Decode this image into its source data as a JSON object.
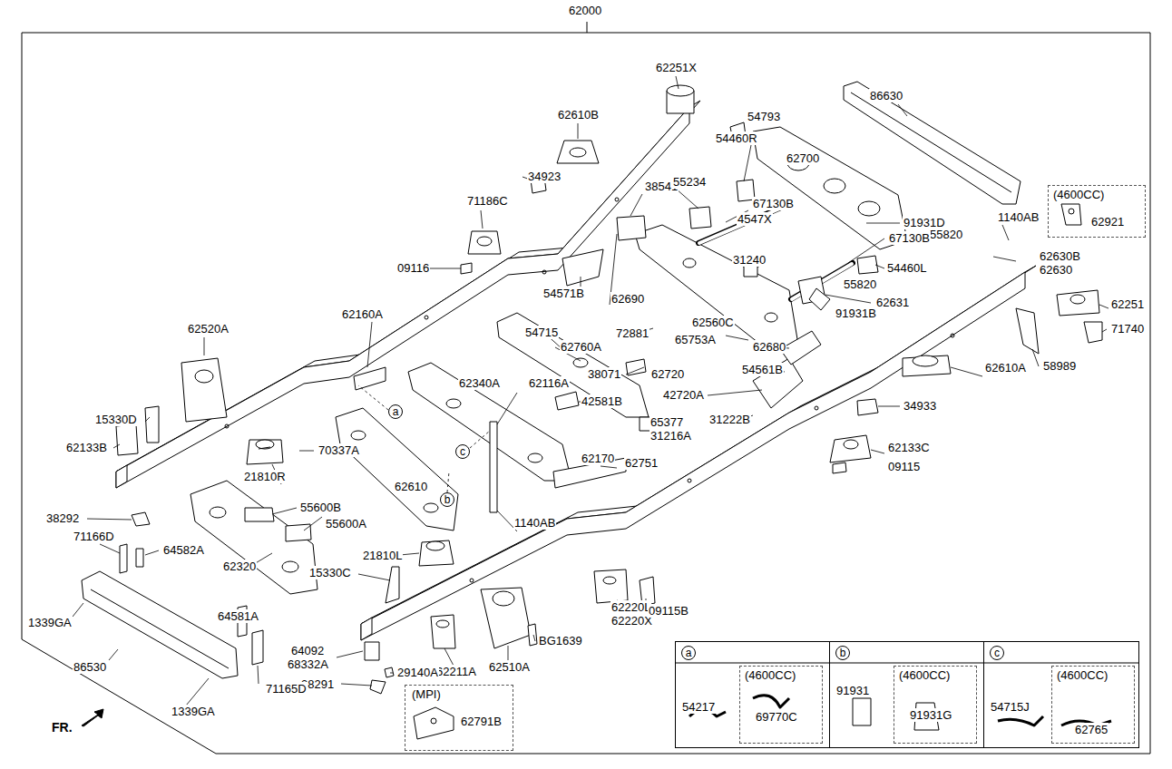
{
  "diagram": {
    "nodes": [
      {
        "text": [
          "62000"
        ]
      },
      {
        "text": [
          "(4600CC)",
          "62921"
        ],
        "in": 0
      },
      {
        "text": [
          "(MPI)",
          "62791B"
        ],
        "in": 0
      },
      {
        "text": [
          "a"
        ],
        "in": 0
      },
      {
        "text": [
          "b"
        ],
        "in": 0
      },
      {
        "text": [
          "c"
        ],
        "in": 0
      },
      {
        "text": [
          "54217"
        ],
        "in": 0
      },
      {
        "text": [
          "a"
        ],
        "in": 6
      },
      {
        "text": [
          "(4600CC)",
          "69770C"
        ],
        "in": 6
      },
      {
        "text": [
          "91931"
        ],
        "in": 0
      },
      {
        "text": [
          "b"
        ],
        "in": 9
      },
      {
        "text": [
          "(4600CC)",
          "91931G"
        ],
        "in": 9
      },
      {
        "text": [
          "54715J"
        ],
        "in": 0
      },
      {
        "text": [
          "c"
        ],
        "in": 12
      },
      {
        "text": [
          "(4600CC)",
          "62765"
        ],
        "in": 12
      }
    ],
    "labels": [
      "62251X",
      "62610B",
      "86630",
      "54793",
      "34923",
      "71186C",
      "38541",
      "54460R",
      "62700",
      "55234",
      "67130B",
      "4547X",
      "91931D",
      "1140AB",
      "62630B",
      "62630",
      "55820",
      "67130B",
      "54460L",
      "55820",
      "09116",
      "54571B",
      "62690",
      "31240",
      "62631",
      "62251",
      "72881",
      "62560C",
      "65753A",
      "91931B",
      "71740",
      "62160A",
      "54715",
      "62760A",
      "62520A",
      "62680",
      "58989",
      "38071",
      "62720",
      "54561B",
      "62610A",
      "62340A",
      "62116A",
      "42581B",
      "42720A",
      "15330D",
      "31222B",
      "34933",
      "65377",
      "31216A",
      "62133B",
      "62133C",
      "70337A",
      "09115",
      "21810R",
      "62170",
      "62751",
      "62610",
      "55600B",
      "38292",
      "55600A",
      "1140AB",
      "71166D",
      "64582A",
      "21810L",
      "62320",
      "15330C",
      "62220L",
      "62220X",
      "09115B",
      "1339GA",
      "64581A",
      "64092",
      "68332A",
      "62211A",
      "62510A",
      "BG1639",
      "29140A",
      "86530",
      "38291",
      "71165D",
      "1339GA",
      "FR."
    ]
  }
}
